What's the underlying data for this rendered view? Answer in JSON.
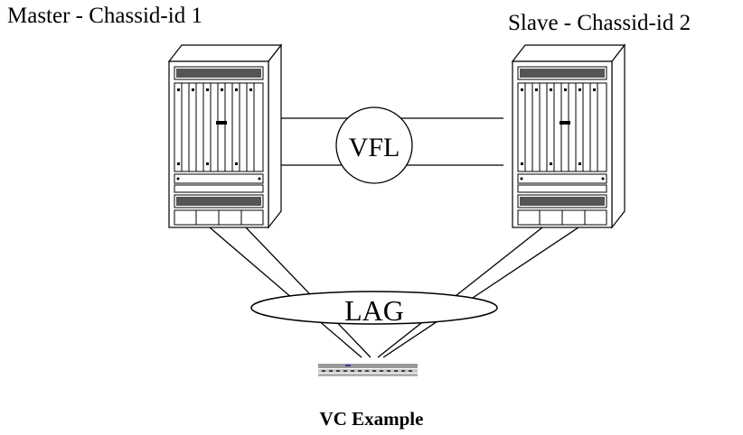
{
  "labels": {
    "master": "Master - Chassid-id 1",
    "slave": "Slave - Chassid-id 2",
    "vfl": "VFL",
    "lag": "LAG",
    "caption": "VC Example"
  },
  "nodes": [
    {
      "id": "master-chassis",
      "icon": "chassis-switch-icon"
    },
    {
      "id": "slave-chassis",
      "icon": "chassis-switch-icon"
    },
    {
      "id": "edge-device",
      "icon": "edge-switch-icon"
    }
  ]
}
